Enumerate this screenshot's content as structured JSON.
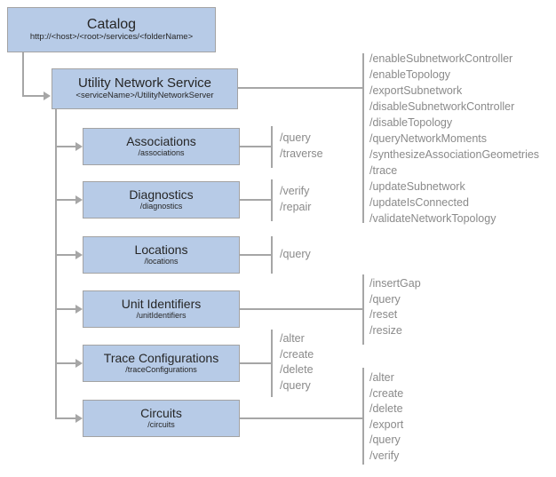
{
  "catalog": {
    "title": "Catalog",
    "subtitle": "http://<host>/<root>/services/<folderName>"
  },
  "service": {
    "title": "Utility Network Service",
    "subtitle": "<serviceName>/UtilityNetworkServer",
    "operations": [
      "/enableSubnetworkController",
      "/enableTopology",
      "/exportSubnetwork",
      "/disableSubnetworkController",
      "/disableTopology",
      "/queryNetworkMoments",
      "/synthesizeAssociationGeometries",
      "/trace",
      "/updateSubnetwork",
      "/updateIsConnected",
      "/validateNetworkTopology"
    ]
  },
  "children": [
    {
      "title": "Associations",
      "subtitle": "/associations",
      "operations": [
        "/query",
        "/traverse"
      ]
    },
    {
      "title": "Diagnostics",
      "subtitle": "/diagnostics",
      "operations": [
        "/verify",
        "/repair"
      ]
    },
    {
      "title": "Locations",
      "subtitle": "/locations",
      "operations": [
        "/query"
      ]
    },
    {
      "title": "Unit Identifiers",
      "subtitle": "/unitIdentifiers",
      "operations": [
        "/insertGap",
        "/query",
        "/reset",
        "/resize"
      ]
    },
    {
      "title": "Trace Configurations",
      "subtitle": "/traceConfigurations",
      "operations": [
        "/alter",
        "/create",
        "/delete",
        "/query"
      ]
    },
    {
      "title": "Circuits",
      "subtitle": "/circuits",
      "operations": [
        "/alter",
        "/create",
        "/delete",
        "/export",
        "/query",
        "/verify"
      ]
    }
  ],
  "colors": {
    "box_fill": "#b7cbe7",
    "box_border": "#a3a3a3",
    "line": "#a6a6a6",
    "title_text": "#262626",
    "ops_text": "#8a8a8a"
  }
}
